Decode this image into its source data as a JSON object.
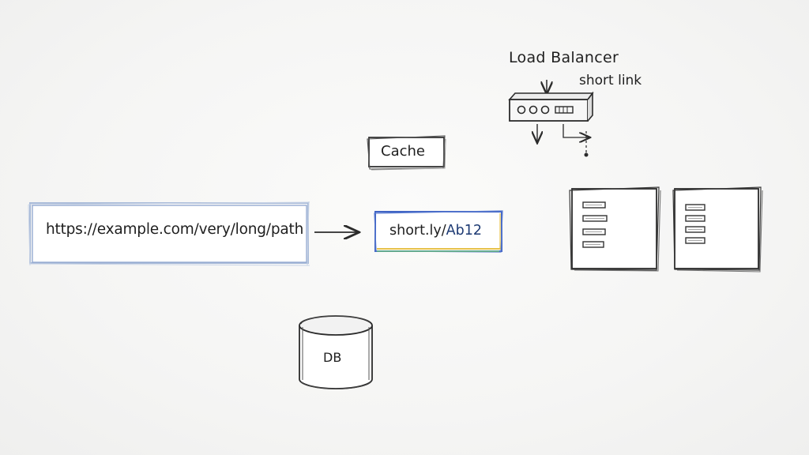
{
  "diagram": {
    "long_url": "https://example.com/very/long/path",
    "short_url_prefix": "short.ly/",
    "short_url_suffix": "Ab12",
    "cache": "Cache",
    "load_balancer": "Load Balancer",
    "short_link": "short link",
    "db": "DB"
  },
  "colors": {
    "ink": "#2b2b2b",
    "long_url_border": "#9fb3d6",
    "short_url_border_blue": "#3f63c4",
    "short_url_border_yellow": "#e6c24a",
    "short_url_border_green": "#6fbf7b",
    "short_url_suffix_text": "#1d3a73"
  }
}
